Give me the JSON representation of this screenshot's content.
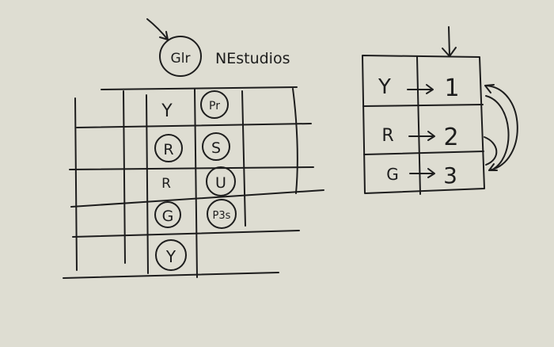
{
  "header": {
    "node_label": "Glr",
    "title": "NEstudios"
  },
  "left_grid": {
    "col1": [
      "Y",
      "R",
      "R",
      "G",
      "Y"
    ],
    "col1_circled": [
      false,
      true,
      false,
      true,
      true
    ],
    "col2": [
      "Pr",
      "S",
      "U",
      "P3s"
    ],
    "col2_circled": [
      true,
      true,
      true,
      true
    ]
  },
  "mapping_table": {
    "rows": [
      {
        "key": "Y",
        "value": "1"
      },
      {
        "key": "R",
        "value": "2"
      },
      {
        "key": "G",
        "value": "3"
      }
    ]
  },
  "colors": {
    "background": "#deddd2",
    "ink": "#1d1d1d"
  }
}
